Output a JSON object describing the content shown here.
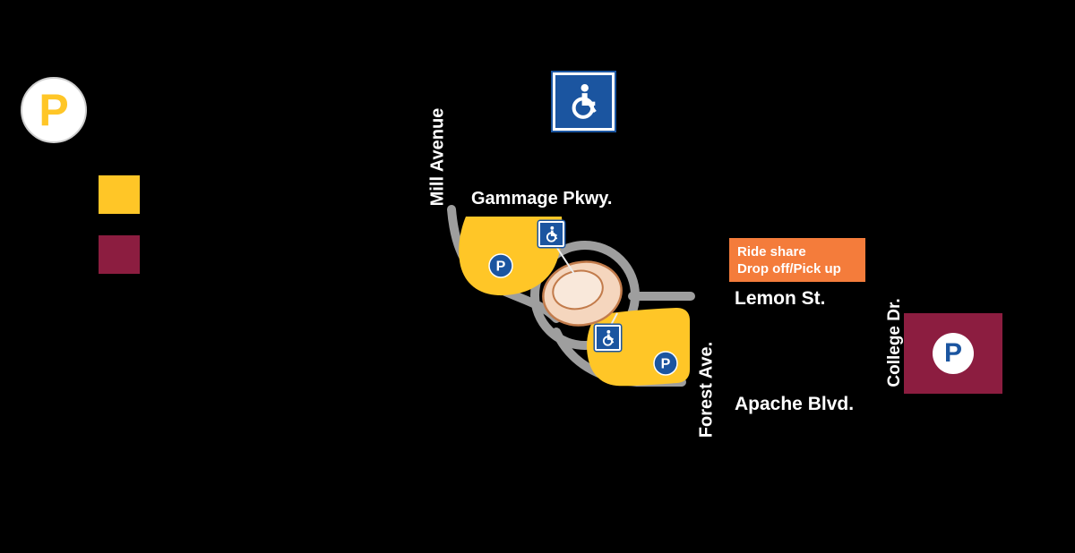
{
  "palette": {
    "background": "#000000",
    "gold": "#FFC627",
    "maroon": "#8C1D40",
    "blue": "#1B55A0",
    "orange": "#F47C3B",
    "road_gray": "#9E9E9E",
    "building_fill": "#F5D6BE",
    "building_inner": "#F9E8DA",
    "building_stroke": "#C27B4B",
    "text_white": "#FFFFFF"
  },
  "icons": {
    "parking_letter": "P",
    "accessible_symbol": "wheelchair-pictogram"
  },
  "legend": {
    "swatches": [
      {
        "name": "gold-surface-lot",
        "color": "#FFC627"
      },
      {
        "name": "maroon-parking-structure",
        "color": "#8C1D40"
      }
    ]
  },
  "streets": {
    "mill_avenue": "Mill Avenue",
    "gammage_pkwy": "Gammage Pkwy.",
    "lemon_st": "Lemon St.",
    "apache_blvd": "Apache Blvd.",
    "forest_ave": "Forest Ave.",
    "college_dr": "College Dr."
  },
  "ride_share": {
    "line1": "Ride share",
    "line2": "Drop off/Pick up"
  }
}
